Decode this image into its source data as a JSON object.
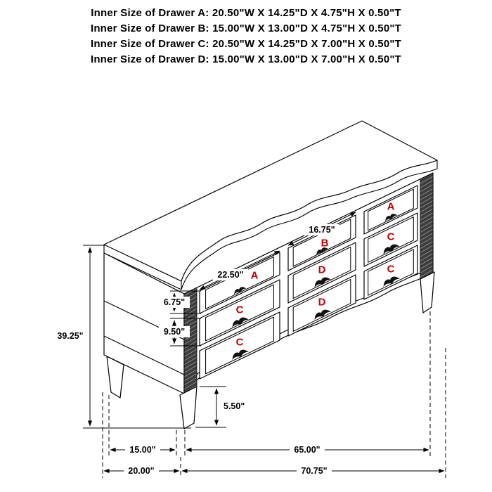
{
  "header": {
    "lines": [
      "Inner Size of Drawer A: 20.50\"W X 14.25\"D X 4.75\"H X 0.50\"T",
      "Inner Size of Drawer B: 15.00\"W X 13.00\"D X 4.75\"H X 0.50\"T",
      "Inner Size of Drawer C: 20.50\"W X 14.25\"D X 7.00\"H X 0.50\"T",
      "Inner Size of Drawer D: 15.00\"W X 13.00\"D X 7.00\"H X 0.50\"T"
    ]
  },
  "diagram": {
    "type": "dresser-dimension-diagram",
    "drawers": [
      {
        "position": "left-top",
        "label": "A"
      },
      {
        "position": "left-middle",
        "label": "C"
      },
      {
        "position": "left-bottom",
        "label": "C"
      },
      {
        "position": "middle-top",
        "label": "B"
      },
      {
        "position": "middle-middle",
        "label": "D"
      },
      {
        "position": "middle-bottom",
        "label": "D"
      },
      {
        "position": "right-top",
        "label": "A"
      },
      {
        "position": "right-middle",
        "label": "C"
      },
      {
        "position": "right-bottom",
        "label": "C"
      }
    ],
    "dims": {
      "middle_drawer_width": "16.75\"",
      "outer_drawer_width": "22.50\"",
      "top_drawer_front_height": "6.75\"",
      "lower_drawer_front_height": "9.50\"",
      "overall_height": "39.25\"",
      "leg_height": "5.50\"",
      "inner_depth": "15.00\"",
      "inner_width": "65.00\"",
      "overall_depth": "20.00\"",
      "overall_width": "70.75\""
    },
    "colors": {
      "drawer_label": "#c00000",
      "line": "#000000",
      "background": "#ffffff"
    }
  }
}
